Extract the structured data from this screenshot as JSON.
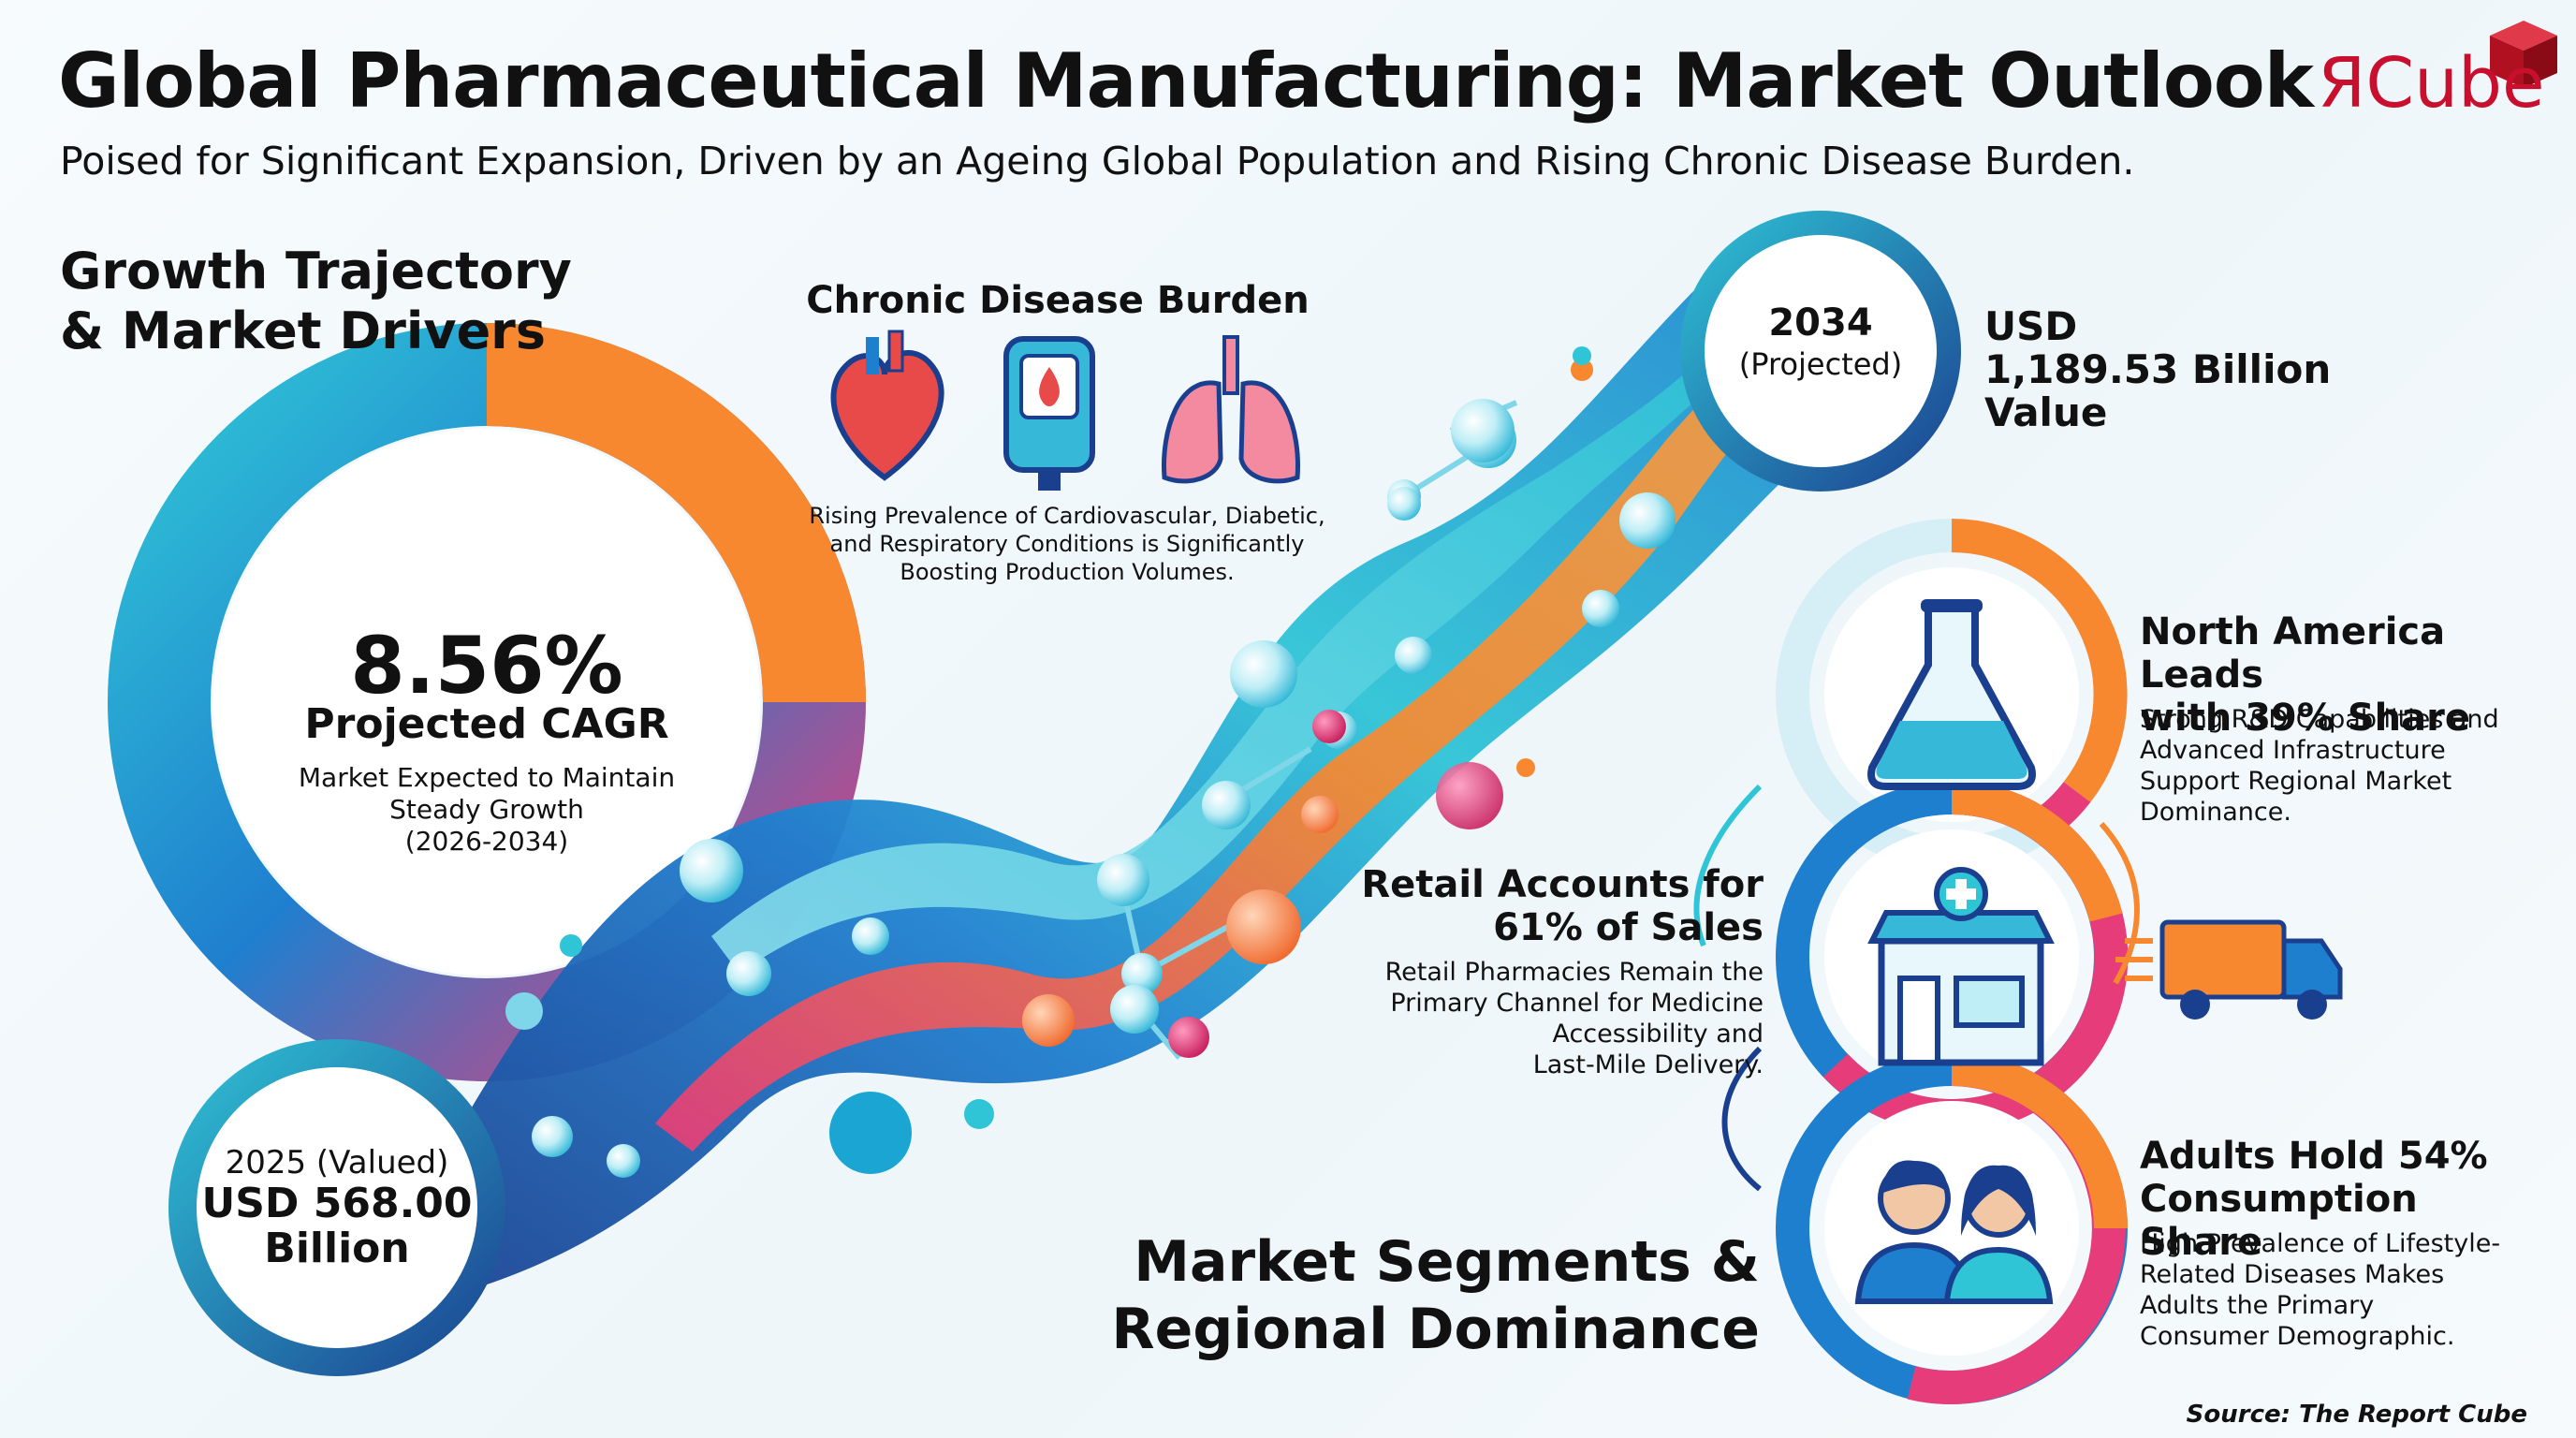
{
  "header": {
    "title": "Global Pharmaceutical Manufacturing: Market Outlook",
    "subtitle": "Poised for Significant Expansion, Driven by an Ageing Global Population and Rising Chronic Disease Burden."
  },
  "logo": {
    "mark": "Я",
    "text": "Cube",
    "color": "#c8102e"
  },
  "sections": {
    "left_title_line1": "Growth Trajectory",
    "left_title_line2": "& Market Drivers",
    "right_title_line1": "Market Segments &",
    "right_title_line2": "Regional Dominance"
  },
  "cagr": {
    "value": "8.56%",
    "label": "Projected CAGR",
    "desc_line1": "Market Expected to Maintain",
    "desc_line2": "Steady Growth",
    "desc_line3": "(2026-2034)"
  },
  "valued_2025": {
    "label": "2025 (Valued)",
    "line1": "USD 568.00",
    "line2": "Billion"
  },
  "projected_2034": {
    "year": "2034",
    "tag": "(Projected)",
    "line1": "USD",
    "line2": "1,189.53 Billion",
    "line3": "Value"
  },
  "chronic_disease": {
    "title": "Chronic Disease Burden",
    "desc_line1": "Rising Prevalence of Cardiovascular, Diabetic,",
    "desc_line2": "and Respiratory Conditions is Significantly",
    "desc_line3": "Boosting Production Volumes.",
    "icons": [
      "heart-icon",
      "glucose-meter-icon",
      "lungs-icon"
    ]
  },
  "north_america": {
    "title_line1": "North America Leads",
    "title_line2": "with 39% Share",
    "desc_line1": "Strong R&D Capabilities and",
    "desc_line2": "Advanced Infrastructure",
    "desc_line3": "Support Regional Market",
    "desc_line4": "Dominance.",
    "share_pct": 39,
    "icon": "flask-icon"
  },
  "retail": {
    "title_line1": "Retail Accounts for",
    "title_line2": "61% of Sales",
    "desc_line1": "Retail Pharmacies Remain the",
    "desc_line2": "Primary Channel for Medicine",
    "desc_line3": "Accessibility and",
    "desc_line4": "Last-Mile Delivery.",
    "share_pct": 61,
    "icons": [
      "pharmacy-store-icon",
      "delivery-truck-icon"
    ]
  },
  "adults": {
    "title_line1": "Adults Hold 54%",
    "title_line2": "Consumption Share",
    "desc_line1": "High Prevalence of Lifestyle-",
    "desc_line2": "Related Diseases Makes",
    "desc_line3": "Adults the Primary",
    "desc_line4": "Consumer Demographic.",
    "share_pct": 54,
    "icon": "adults-icon"
  },
  "source": "Source: The Report Cube",
  "colors": {
    "orange": "#f7882f",
    "blue": "#1f7fcf",
    "teal": "#2fc4d6",
    "magenta": "#e63d7a",
    "navy": "#1b3f8f",
    "dark": "#111111"
  }
}
